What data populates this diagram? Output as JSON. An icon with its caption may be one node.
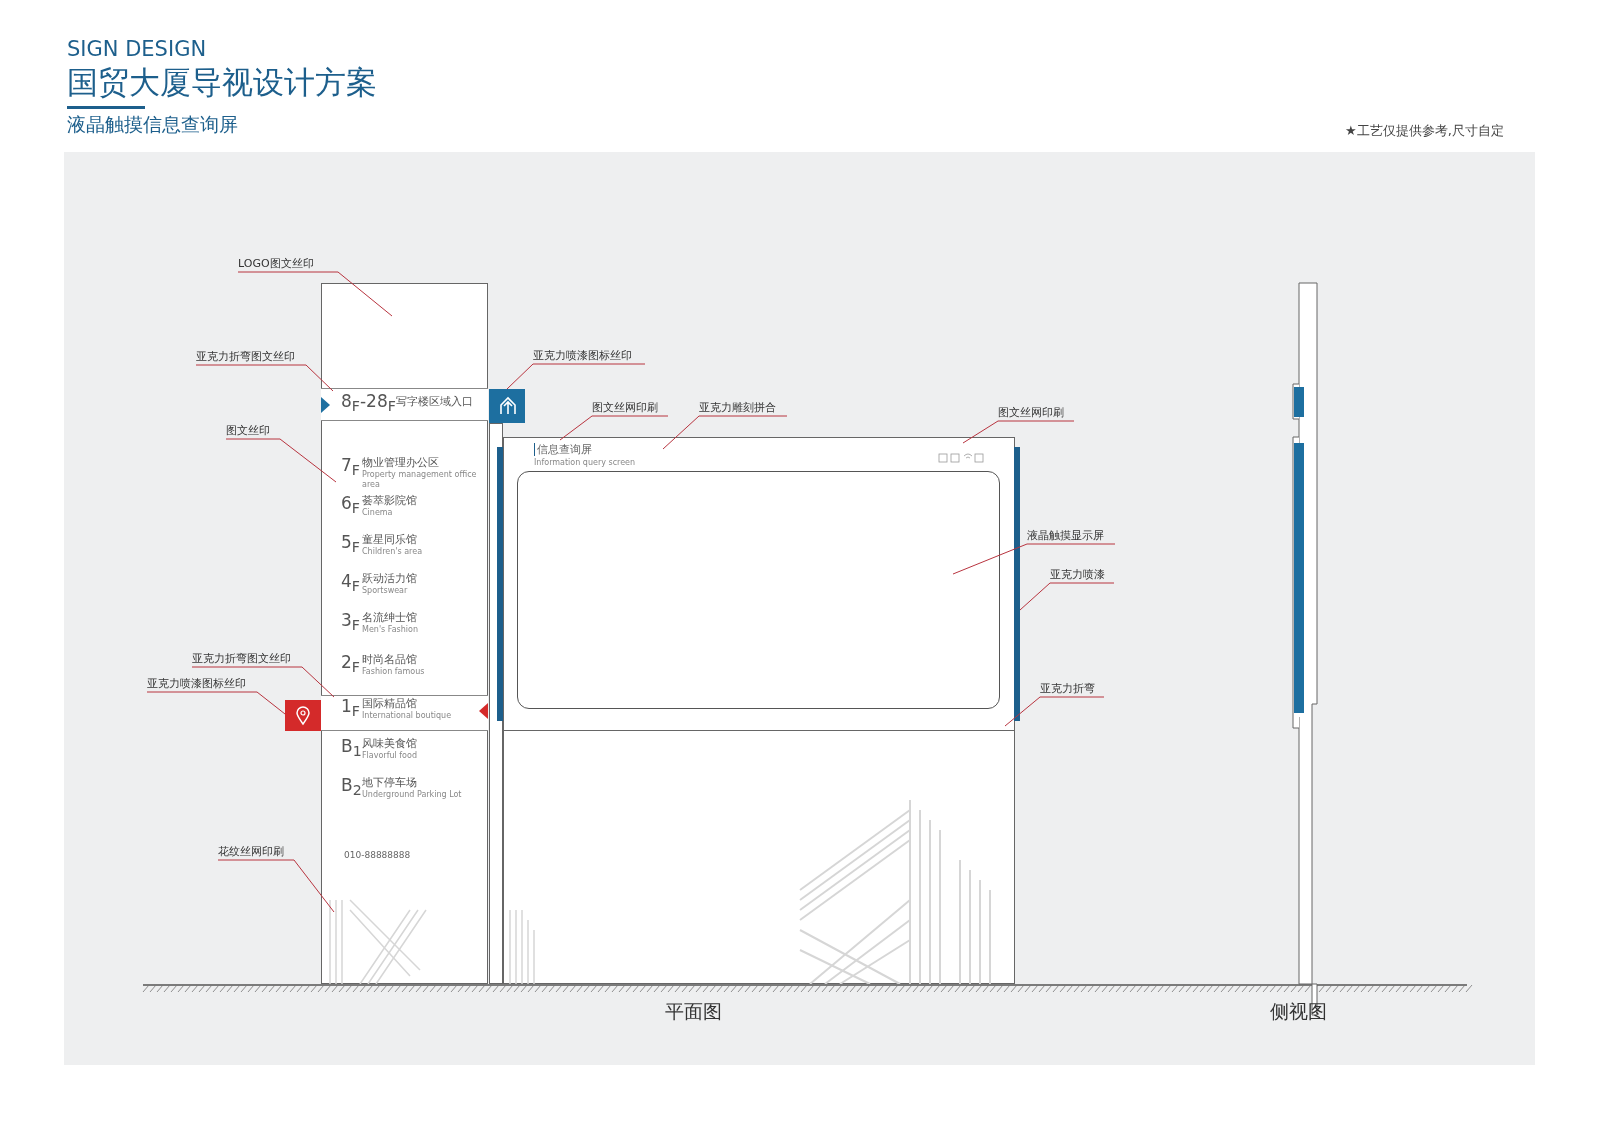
{
  "diagram": {
    "title": "国贸大厦导视设计方案",
    "nodes": [
      {
        "text": [
          "LOGO图文丝印"
        ]
      },
      {
        "text": [],
        "shape": "box"
      },
      {
        "text": [],
        "shape": "bar",
        "in": 1
      },
      {
        "text": [
          "亚克力折弯图文丝印"
        ]
      },
      {
        "text": [
          "图文丝印"
        ]
      },
      {
        "text": [
          "亚克力喷漆图标丝印"
        ]
      },
      {
        "text": [],
        "shape": "box"
      },
      {
        "text": [
          "图文丝网印刷"
        ]
      },
      {
        "text": [
          "亚克力雕刻拼合"
        ]
      },
      {
        "text": [],
        "shape": "box"
      },
      {
        "text": [],
        "shape": "box",
        "in": 9
      },
      {
        "text": [
          "图文丝网印刷"
        ]
      },
      {
        "text": [
          "液晶触摸显示屏"
        ]
      },
      {
        "text": [
          "亚克力喷漆"
        ]
      },
      {
        "text": [],
        "shape": "bar"
      },
      {
        "text": [
          "亚克力折弯"
        ]
      },
      {
        "text": [
          "亚克力折弯图文丝印"
        ]
      },
      {
        "text": [
          "亚克力喷漆图标丝印"
        ]
      },
      {
        "text": [],
        "shape": "bar",
        "in": 1
      },
      {
        "text": [],
        "shape": "box"
      },
      {
        "text": [
          "花纹丝网印刷"
        ]
      }
    ],
    "edges": [
      {
        "from": 0,
        "to": 1,
        "arrow": "none"
      },
      {
        "from": 3,
        "to": 2,
        "arrow": "none"
      },
      {
        "from": 4,
        "to": 1,
        "arrow": "none"
      },
      {
        "from": 5,
        "to": 6,
        "arrow": "none"
      },
      {
        "from": 7,
        "to": 9,
        "arrow": "none"
      },
      {
        "from": 8,
        "to": 9,
        "arrow": "none"
      },
      {
        "from": 11,
        "to": 9,
        "arrow": "none"
      },
      {
        "from": 12,
        "to": 10,
        "arrow": "none"
      },
      {
        "from": 13,
        "to": 14,
        "arrow": "none"
      },
      {
        "from": 15,
        "to": 9,
        "arrow": "none"
      },
      {
        "from": 16,
        "to": 18,
        "arrow": "none"
      },
      {
        "from": 17,
        "to": 19,
        "arrow": "none"
      },
      {
        "from": 20,
        "to": 1,
        "arrow": "none"
      }
    ],
    "labels": [
      "SIGN DESIGN",
      "液晶触摸信息查询屏",
      "★工艺仅提供参考,尺寸自定",
      "8$_{F}$-28$_{F}$",
      "写字楼区域入口",
      "7$_{F}$",
      "物业管理办公区",
      "Property management office area",
      "6$_{F}$",
      "荟萃影院馆",
      "Cinema",
      "5$_{F}$",
      "童星同乐馆",
      "Children's area",
      "4$_{F}$",
      "跃动活力馆",
      "Sportswear",
      "3$_{F}$",
      "名流绅士馆",
      "Men's Fashion",
      "2$_{F}$",
      "时尚名品馆",
      "Fashion famous",
      "1$_{F}$",
      "国际精品馆",
      "International boutique",
      "B$_{1}$",
      "风味美食馆",
      "Flavorful food",
      "B$_{2}$",
      "地下停车场",
      "Underground Parking Lot",
      "010-88888888",
      "信息查询屏",
      "Information query screen",
      "平面图",
      "侧视图"
    ]
  }
}
